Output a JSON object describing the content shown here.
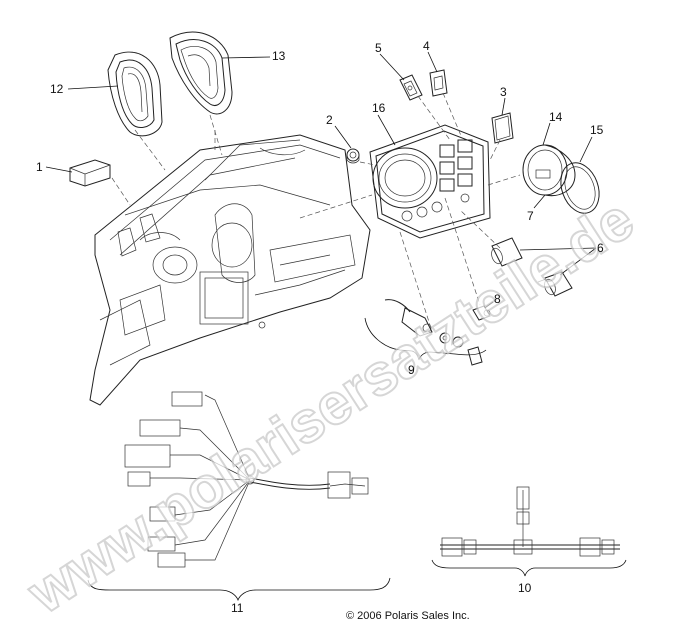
{
  "callouts": [
    {
      "id": "1",
      "label": "1"
    },
    {
      "id": "2",
      "label": "2"
    },
    {
      "id": "3",
      "label": "3"
    },
    {
      "id": "4",
      "label": "4"
    },
    {
      "id": "5",
      "label": "5"
    },
    {
      "id": "6",
      "label": "6"
    },
    {
      "id": "7",
      "label": "7"
    },
    {
      "id": "8",
      "label": "8"
    },
    {
      "id": "9",
      "label": "9"
    },
    {
      "id": "10",
      "label": "10"
    },
    {
      "id": "11",
      "label": "11"
    },
    {
      "id": "12",
      "label": "12"
    },
    {
      "id": "13",
      "label": "13"
    },
    {
      "id": "14",
      "label": "14"
    },
    {
      "id": "15",
      "label": "15"
    },
    {
      "id": "16",
      "label": "16"
    }
  ],
  "copyright": "© 2006 Polaris Sales Inc.",
  "watermark": "www.polarisersatzteile.de"
}
